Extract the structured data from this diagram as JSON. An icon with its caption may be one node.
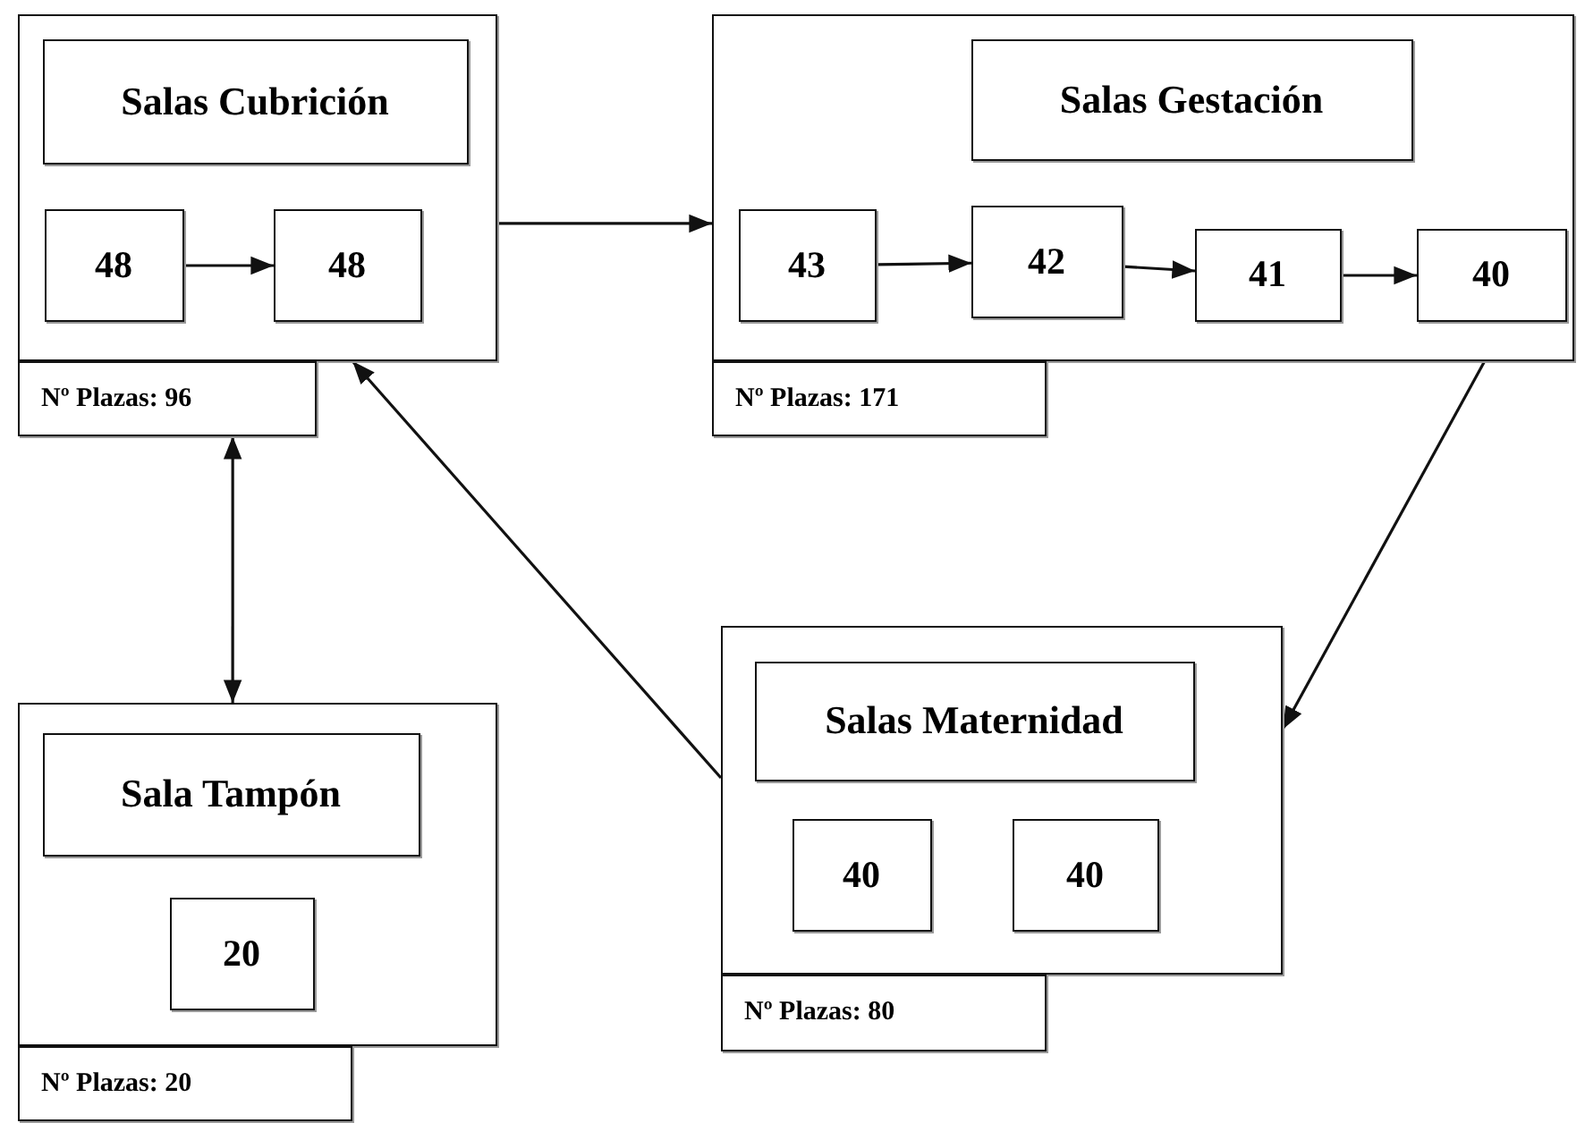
{
  "diagram": {
    "nodes": [
      {
        "text": [],
        "shape": "box"
      },
      {
        "text": [
          "Salas Cubrición"
        ],
        "in": 0
      },
      {
        "text": [
          "48"
        ],
        "in": 0
      },
      {
        "text": [
          "48"
        ],
        "in": 0
      },
      {
        "text": [
          "Nº Plazas: 96"
        ]
      },
      {
        "text": [],
        "shape": "box"
      },
      {
        "text": [
          "Salas Gestación"
        ],
        "in": 5
      },
      {
        "text": [
          "43"
        ],
        "in": 5
      },
      {
        "text": [
          "42"
        ],
        "in": 5
      },
      {
        "text": [
          "41"
        ],
        "in": 5
      },
      {
        "text": [
          "40"
        ],
        "in": 5
      },
      {
        "text": [
          "Nº Plazas: 171"
        ]
      },
      {
        "text": [],
        "shape": "box"
      },
      {
        "text": [
          "Salas Maternidad"
        ],
        "in": 12
      },
      {
        "text": [
          "40"
        ],
        "in": 12
      },
      {
        "text": [
          "40"
        ],
        "in": 12
      },
      {
        "text": [
          "Nº Plazas: 80"
        ]
      },
      {
        "text": [],
        "shape": "box"
      },
      {
        "text": [
          "Sala Tampón"
        ],
        "in": 17
      },
      {
        "text": [
          "20"
        ],
        "in": 17
      },
      {
        "text": [
          "Nº Plazas: 20"
        ]
      }
    ],
    "edges": [
      {
        "from": 2,
        "to": 3,
        "arrow": "to"
      },
      {
        "from": 0,
        "to": 5,
        "arrow": "to"
      },
      {
        "from": 7,
        "to": 8,
        "arrow": "to"
      },
      {
        "from": 8,
        "to": 9,
        "arrow": "to"
      },
      {
        "from": 9,
        "to": 10,
        "arrow": "to"
      },
      {
        "from": 5,
        "to": 12,
        "arrow": "to"
      },
      {
        "from": 12,
        "to": 0,
        "arrow": "to"
      },
      {
        "from": 4,
        "to": 17,
        "arrow": "both"
      }
    ]
  }
}
